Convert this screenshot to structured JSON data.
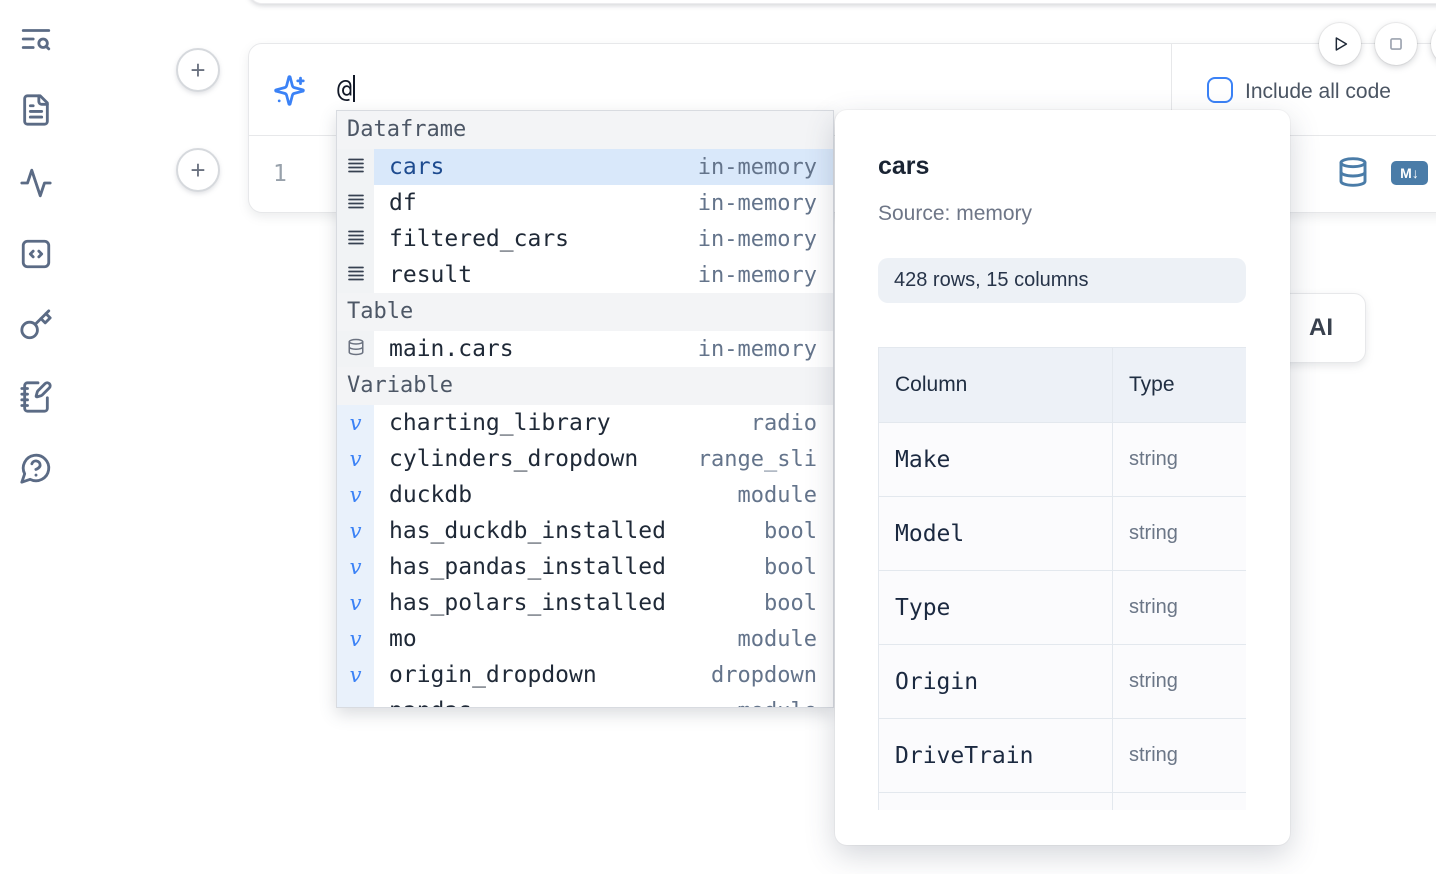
{
  "colors": {
    "accent": "#3b82f6",
    "toolbar_icon_blue": "#4a7ca8",
    "selected_row_bg": "#d9e8fa"
  },
  "sidebar": {
    "icons": [
      "text-search",
      "file-text",
      "activity",
      "code-square",
      "key",
      "notebook-pen",
      "help-message"
    ]
  },
  "run_controls": {
    "play": "run",
    "stop": "interrupt"
  },
  "ai_panel": {
    "input_value": "@",
    "include_all_code_label": "Include all code",
    "checkbox_checked": false
  },
  "editor": {
    "line_number": "1",
    "markdown_badge": "M↓"
  },
  "ai_card": {
    "visible_label": "AI"
  },
  "autocomplete": {
    "sections": [
      {
        "label": "Dataframe",
        "kind": "dataframe",
        "items": [
          {
            "name": "cars",
            "type": "in-memory",
            "selected": true
          },
          {
            "name": "df",
            "type": "in-memory"
          },
          {
            "name": "filtered_cars",
            "type": "in-memory"
          },
          {
            "name": "result",
            "type": "in-memory"
          }
        ]
      },
      {
        "label": "Table",
        "kind": "table",
        "items": [
          {
            "name": "main.cars",
            "type": "in-memory"
          }
        ]
      },
      {
        "label": "Variable",
        "kind": "variable",
        "items": [
          {
            "name": "charting_library",
            "type": "radio"
          },
          {
            "name": "cylinders_dropdown",
            "type": "range_sli"
          },
          {
            "name": "duckdb",
            "type": "module"
          },
          {
            "name": "has_duckdb_installed",
            "type": "bool"
          },
          {
            "name": "has_pandas_installed",
            "type": "bool"
          },
          {
            "name": "has_polars_installed",
            "type": "bool"
          },
          {
            "name": "mo",
            "type": "module"
          },
          {
            "name": "origin_dropdown",
            "type": "dropdown"
          },
          {
            "name": "pandas",
            "type": "module"
          }
        ]
      }
    ]
  },
  "preview": {
    "title": "cars",
    "source": "Source: memory",
    "shape_badge": "428 rows, 15 columns",
    "table": {
      "headers": [
        "Column",
        "Type"
      ],
      "rows": [
        [
          "Make",
          "string"
        ],
        [
          "Model",
          "string"
        ],
        [
          "Type",
          "string"
        ],
        [
          "Origin",
          "string"
        ],
        [
          "DriveTrain",
          "string"
        ],
        [
          "",
          ""
        ]
      ]
    }
  }
}
